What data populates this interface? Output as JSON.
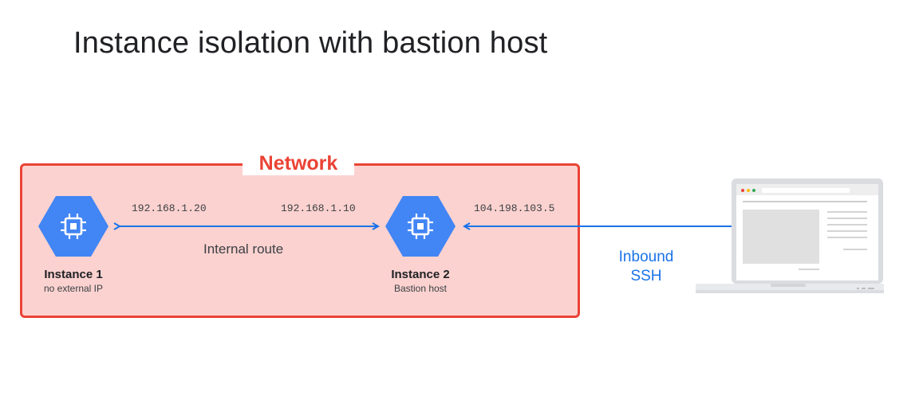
{
  "title": "Instance isolation with bastion host",
  "network": {
    "label": "Network"
  },
  "instance1": {
    "name": "Instance 1",
    "subtitle": "no external IP",
    "ip": "192.168.1.20",
    "icon": "compute-engine-icon"
  },
  "instance2": {
    "name": "Instance 2",
    "subtitle": "Bastion host",
    "internal_ip": "192.168.1.10",
    "external_ip": "104.198.103.5",
    "icon": "compute-engine-icon"
  },
  "internal_route": {
    "label": "Internal route"
  },
  "inbound": {
    "line1": "Inbound",
    "line2": "SSH"
  },
  "client": {
    "icon": "laptop-icon"
  },
  "colors": {
    "network_border": "#ea4335",
    "network_fill": "#fbd2d0",
    "accent_blue": "#1a73e8",
    "hexagon_blue": "#4285f4"
  }
}
